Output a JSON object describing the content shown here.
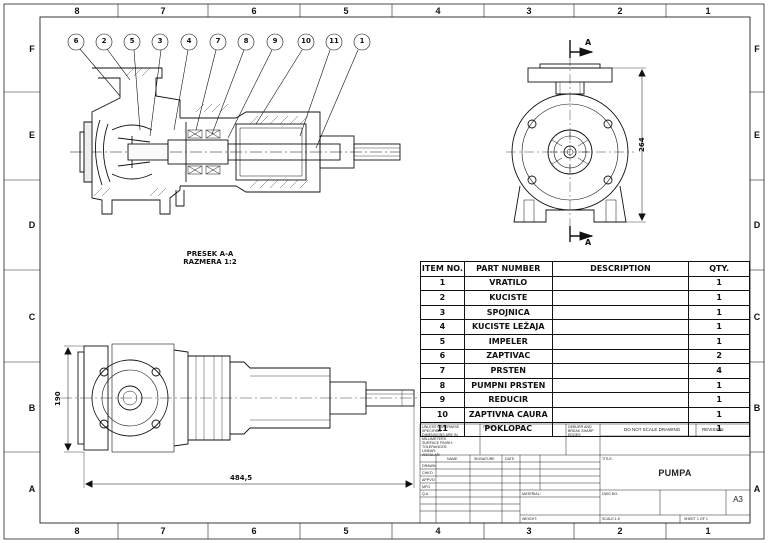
{
  "zones": {
    "columns": [
      "8",
      "7",
      "6",
      "5",
      "4",
      "3",
      "2",
      "1"
    ],
    "rows": [
      "F",
      "E",
      "D",
      "C",
      "B",
      "A"
    ]
  },
  "balloons": [
    "6",
    "2",
    "5",
    "3",
    "4",
    "7",
    "8",
    "9",
    "10",
    "11",
    "1"
  ],
  "section_view": {
    "title": "PRESEK A-A",
    "scale": "RAZMERA 1:2"
  },
  "end_view": {
    "cut_label": "A",
    "height_dim": "264"
  },
  "side_view": {
    "height_dim": "190",
    "length_dim": "484,5"
  },
  "bom": {
    "headers": [
      "ITEM NO.",
      "PART NUMBER",
      "DESCRIPTION",
      "QTY."
    ],
    "rows": [
      [
        "1",
        "VRATILO",
        "",
        "1"
      ],
      [
        "2",
        "KUCISTE",
        "",
        "1"
      ],
      [
        "3",
        "SPOJNICA",
        "",
        "1"
      ],
      [
        "4",
        "KUCISTE LEŽAJA",
        "",
        "1"
      ],
      [
        "5",
        "IMPELER",
        "",
        "1"
      ],
      [
        "6",
        "ZAPTIVAC",
        "",
        "2"
      ],
      [
        "7",
        "PRSTEN",
        "",
        "4"
      ],
      [
        "8",
        "PUMPNI PRSTEN",
        "",
        "1"
      ],
      [
        "9",
        "REDUCIR",
        "",
        "1"
      ],
      [
        "10",
        "ZAPTIVNA CAURA",
        "",
        "1"
      ],
      [
        "11",
        "POKLOPAC",
        "",
        "1"
      ]
    ]
  },
  "title_block": {
    "notes": [
      "UNLESS OTHERWISE SPECIFIED:",
      "DIMENSIONS ARE IN MILLIMETERS",
      "SURFACE FINISH:",
      "TOLERANCES:",
      "LINEAR:",
      "ANGULAR:"
    ],
    "finish": "FINISH:",
    "deburr": [
      "DEBURR AND",
      "BREAK SHARP",
      "EDGES"
    ],
    "do_not_scale": "DO NOT SCALE DRAWING",
    "revision": "REVISION",
    "col_name": "NAME",
    "col_signature": "SIGNATURE",
    "col_date": "DATE",
    "roles": [
      "DRAWN",
      "CHK'D",
      "APPV'D",
      "MFG",
      "Q.A"
    ],
    "title_label": "TITLE:",
    "title": "PUMPA",
    "material": "MATERIAL:",
    "dwg_no": "DWG NO.",
    "size": "A3",
    "weight": "WEIGHT:",
    "scale": "SCALE:1:5",
    "sheet": "SHEET 1 OF 1"
  }
}
